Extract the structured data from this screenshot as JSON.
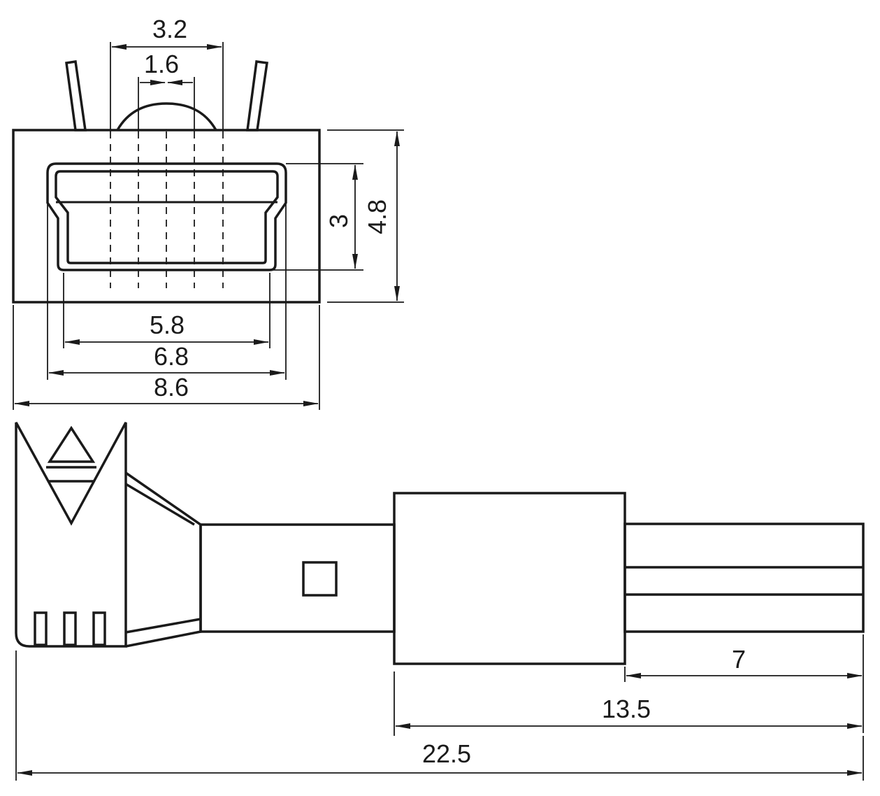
{
  "dimensions": {
    "top_view": {
      "w3_2": "3.2",
      "w1_6": "1.6",
      "h3": "3",
      "h4_8": "4.8",
      "w5_8": "5.8",
      "w6_8": "6.8",
      "w8_6": "8.6"
    },
    "side_view": {
      "l7": "7",
      "l13_5": "13.5",
      "l22_5": "22.5"
    }
  }
}
